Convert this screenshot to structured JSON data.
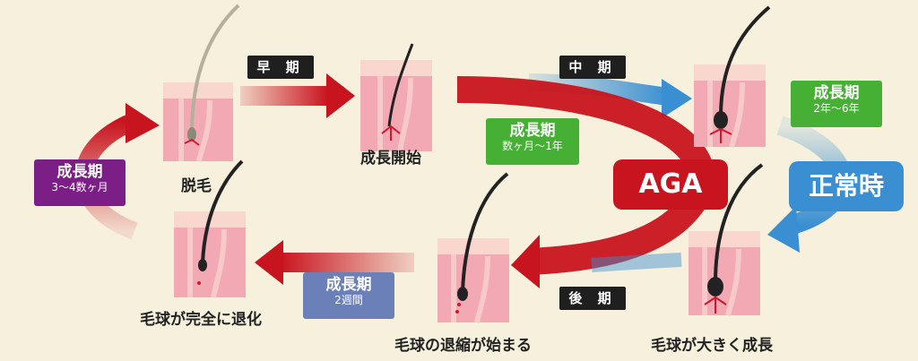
{
  "stages": {
    "shedding": "脱毛",
    "growth_start": "成長開始",
    "bulb_grows": "毛球が大きく成長",
    "bulb_shrinks": "毛球の退縮が始まる",
    "bulb_regressed": "毛球が完全に退化"
  },
  "phases": {
    "early": "早 期",
    "middle": "中 期",
    "late": "後 期"
  },
  "boxes": {
    "purple": {
      "title": "成長期",
      "sub": "3〜4数ヶ月",
      "color": "#7b1f86"
    },
    "green_aga": {
      "title": "成長期",
      "sub": "数ヶ月〜1年",
      "color": "#46b035"
    },
    "green_normal": {
      "title": "成長期",
      "sub": "2年〜6年",
      "color": "#46b035"
    },
    "blue": {
      "title": "成長期",
      "sub": "2週間",
      "color": "#6b80b8"
    }
  },
  "big_labels": {
    "aga": {
      "text": "AGA",
      "color": "#c8141e"
    },
    "normal": {
      "text": "正常時",
      "color": "#3a8fd2"
    }
  },
  "colors": {
    "red_arrow": "#c8141e",
    "blue_arrow": "#3a8fd2"
  }
}
